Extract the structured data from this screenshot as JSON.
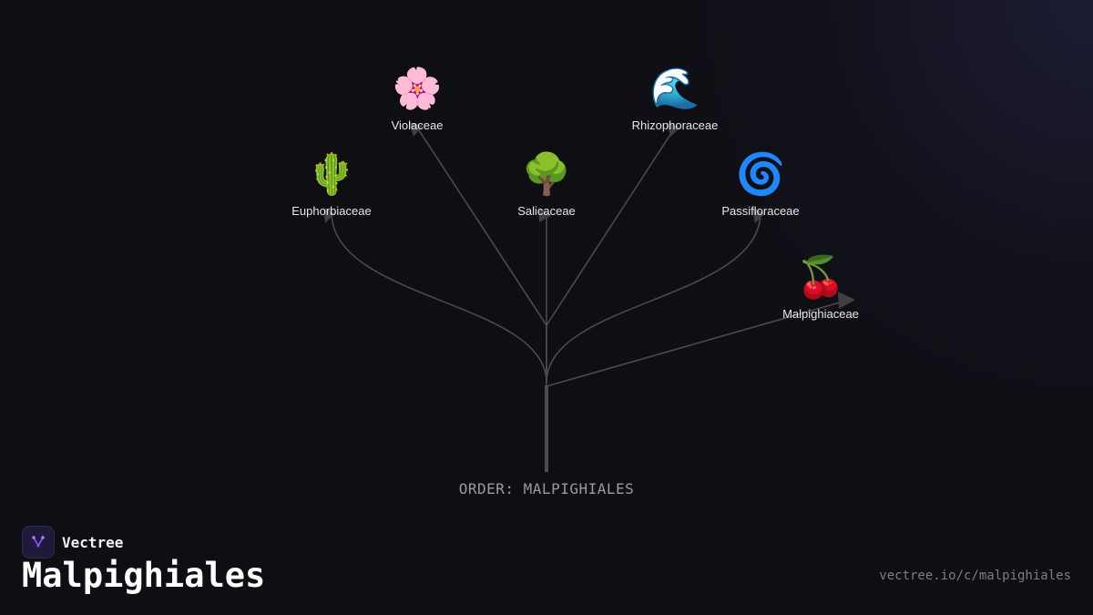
{
  "diagram": {
    "root_label": "ORDER: MALPIGHIALES",
    "nodes": [
      {
        "id": "violaceae",
        "label": "Violaceae",
        "emoji": "🌸",
        "icon": "flower-icon"
      },
      {
        "id": "rhizophoraceae",
        "label": "Rhizophoraceae",
        "emoji": "🌊",
        "icon": "wave-icon"
      },
      {
        "id": "euphorbiaceae",
        "label": "Euphorbiaceae",
        "emoji": "🌵",
        "icon": "cactus-icon"
      },
      {
        "id": "salicaceae",
        "label": "Salicaceae",
        "emoji": "🌳",
        "icon": "tree-icon"
      },
      {
        "id": "passifloraceae",
        "label": "Passifloraceae",
        "emoji": "🌀",
        "icon": "spiral-icon"
      },
      {
        "id": "malpighiaceae",
        "label": "Malpighiaceae",
        "emoji": "🍒",
        "icon": "cherry-icon"
      }
    ]
  },
  "brand": {
    "name": "Vectree"
  },
  "title": "Malpighiales",
  "url": "vectree.io/c/malpighiales",
  "colors": {
    "background": "#0f0e13",
    "branch": "#4a4a4f",
    "brand_accent": "#9b4dff"
  }
}
